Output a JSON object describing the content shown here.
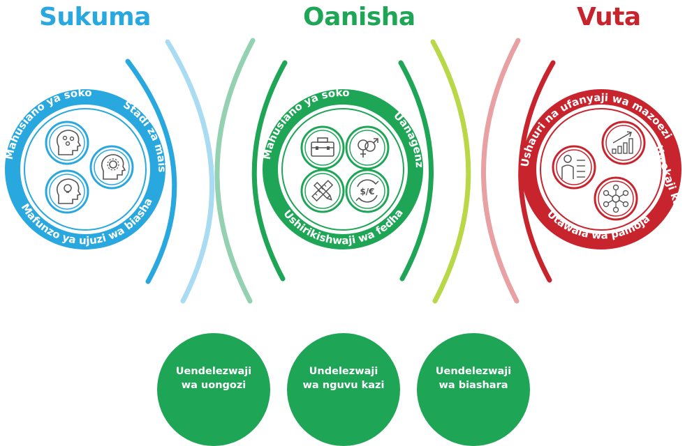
{
  "colors": {
    "blue": "#29a8df",
    "blue_light": "#a9dbf2",
    "green": "#1ea556",
    "green_light": "#93d1b0",
    "lime": "#b8d848",
    "red": "#c8242e",
    "red_light": "#e8a0a3",
    "icon_ring_green": "#ffffff",
    "bubble_green": "#1ea556"
  },
  "columns": [
    {
      "title": "Sukuma",
      "color": "#29a8df",
      "ring_text": [
        "Mahusiano ya soko",
        "Stadi za maisha",
        "Mafunzo ya ujuzi wa biashara"
      ],
      "icons": [
        "head-network-icon",
        "head-gear-icon",
        "head-lightbulb-icon"
      ]
    },
    {
      "title": "Oanisha",
      "color": "#1ea556",
      "ring_text": [
        "Mahusiano ya soko",
        "Uanagenzi",
        "Ushirikishwaji wa fedha"
      ],
      "icons": [
        "toolbox-icon",
        "gender-symbols-icon",
        "pencil-ruler-icon",
        "currency-exchange-icon"
      ]
    },
    {
      "title": "Vuta",
      "color": "#c8242e",
      "ring_text": [
        "Ushauri na ufanyaji wa mazoezi",
        "Uwekaji kazi",
        "Utawala wa pamoja"
      ],
      "icons": [
        "person-checklist-icon",
        "growth-chart-icon",
        "network-nodes-icon"
      ]
    }
  ],
  "bubbles": [
    {
      "line1": "Uendelezwaji",
      "line2": "wa uongozi"
    },
    {
      "line1": "Undelezwaji",
      "line2": "wa nguvu kazi"
    },
    {
      "line1": "Uendelezwaji",
      "line2": "wa biashara"
    }
  ]
}
